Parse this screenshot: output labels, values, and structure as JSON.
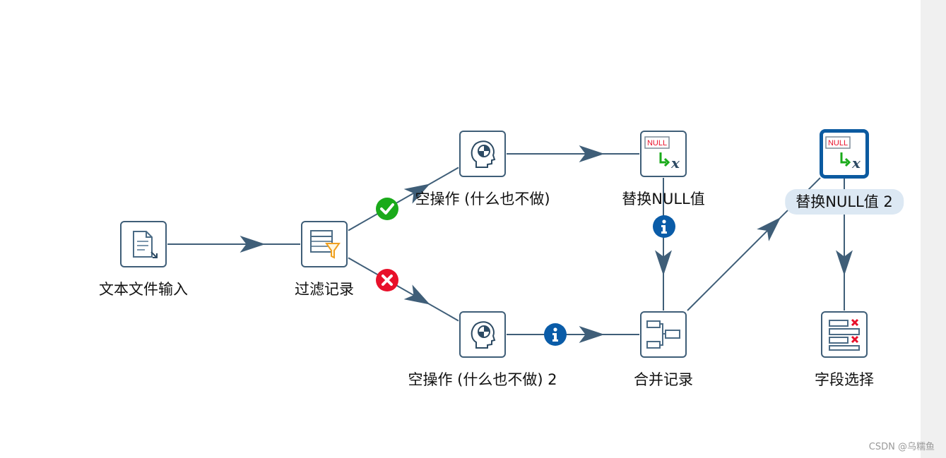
{
  "canvas": {
    "steps": [
      {
        "id": "text-input",
        "label": "文本文件输入",
        "type": "text-file-input"
      },
      {
        "id": "filter",
        "label": "过滤记录",
        "type": "filter-rows"
      },
      {
        "id": "dummy1",
        "label": "空操作 (什么也不做)",
        "type": "dummy"
      },
      {
        "id": "dummy2",
        "label": "空操作 (什么也不做) 2",
        "type": "dummy"
      },
      {
        "id": "ifnull1",
        "label": "替换NULL值",
        "type": "if-null"
      },
      {
        "id": "ifnull2",
        "label": "替换NULL值 2",
        "type": "if-null",
        "selected": true
      },
      {
        "id": "merge",
        "label": "合并记录",
        "type": "merge-rows"
      },
      {
        "id": "select",
        "label": "字段选择",
        "type": "select-values"
      }
    ],
    "hops": [
      {
        "from": "text-input",
        "to": "filter"
      },
      {
        "from": "filter",
        "to": "dummy1",
        "badge": "true"
      },
      {
        "from": "filter",
        "to": "dummy2",
        "badge": "false"
      },
      {
        "from": "dummy1",
        "to": "ifnull1"
      },
      {
        "from": "ifnull1",
        "to": "merge",
        "badge": "info"
      },
      {
        "from": "dummy2",
        "to": "merge",
        "badge": "info"
      },
      {
        "from": "merge",
        "to": "ifnull2"
      },
      {
        "from": "ifnull2",
        "to": "select"
      }
    ],
    "icon_texts": {
      "null_tag": "NULL",
      "x_symbol": "x"
    }
  },
  "colors": {
    "hop": "#3f5e78",
    "true_badge": "#1aaa1a",
    "false_badge": "#e8102a",
    "info_badge": "#0a5ca8",
    "selection": "#0b5aa0"
  },
  "watermark": "CSDN @乌糯鱼"
}
